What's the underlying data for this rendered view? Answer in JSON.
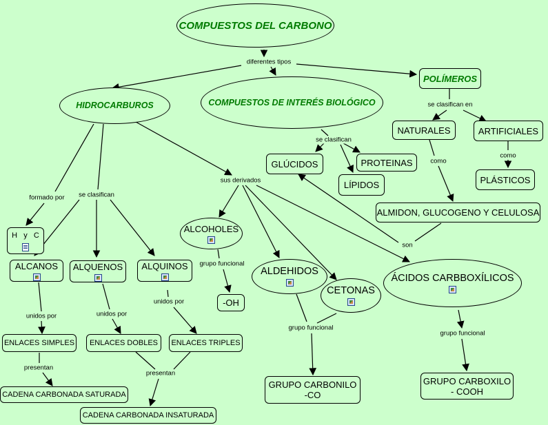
{
  "nodes": {
    "compuestos_carbono": "COMPUESTOS DEL CARBONO",
    "hidrocarburos": "HIDROCARBUROS",
    "interes_biologico": "COMPUESTOS DE INTERÉS BIOLÓGICO",
    "polimeros": "POLÍMEROS",
    "naturales": "NATURALES",
    "artificiales": "ARTIFICIALES",
    "glucidos": "GLÚCIDOS",
    "proteinas": "PROTEINAS",
    "lipidos": "LÍPIDOS",
    "plasticos": "PLÁSTICOS",
    "almidon": "ALMIDON, GLUCOGENO Y CELULOSA",
    "hyc": "H   y   C",
    "alcoholes": "ALCOHOLES",
    "alcanos": "ALCANOS",
    "alquenos": "ALQUENOS",
    "alquinos": "ALQUINOS",
    "aldehidos": "ALDEHIDOS",
    "cetonas": "CETONAS",
    "acidos": "ÁCIDOS CARBBOXÍLICOS",
    "oh": "-OH",
    "enlaces_simples": "ENLACES SIMPLES",
    "enlaces_dobles": "ENLACES DOBLES",
    "enlaces_triples": "ENLACES TRIPLES",
    "grupo_carbonilo_1": "GRUPO CARBONILO",
    "grupo_carbonilo_2": "-CO",
    "grupo_carboxilo_1": "GRUPO CARBOXILO",
    "grupo_carboxilo_2": "- COOH",
    "cadena_saturada": "CADENA CARBONADA SATURADA",
    "cadena_insaturada": "CADENA CARBONADA INSATURADA"
  },
  "links": {
    "diferentes_tipos": "diferentes tipos",
    "se_clasifican_en": "se clasifican en",
    "se_clasifican_bio": "se clasifican",
    "como_1": "como",
    "como_2": "como",
    "formado_por": "formado por",
    "se_clasifican_hc": "se clasifican",
    "sus_derivados": "sus derivados",
    "son": "son",
    "grupo_funcional_oh": "grupo funcional",
    "grupo_funcional_carbonilo": "grupo funcional",
    "grupo_funcional_carboxilo": "grupo funcional",
    "unidos_por_1": "unidos por",
    "unidos_por_2": "unidos por",
    "unidos_por_3": "unidos por",
    "presentan_1": "presentan",
    "presentan_2": "presentan"
  },
  "colors": {
    "background": "#ccffcc",
    "emphasis_text": "#007a00",
    "line": "#000000"
  },
  "icons": [
    "image-resource-icon",
    "document-resource-icon"
  ]
}
